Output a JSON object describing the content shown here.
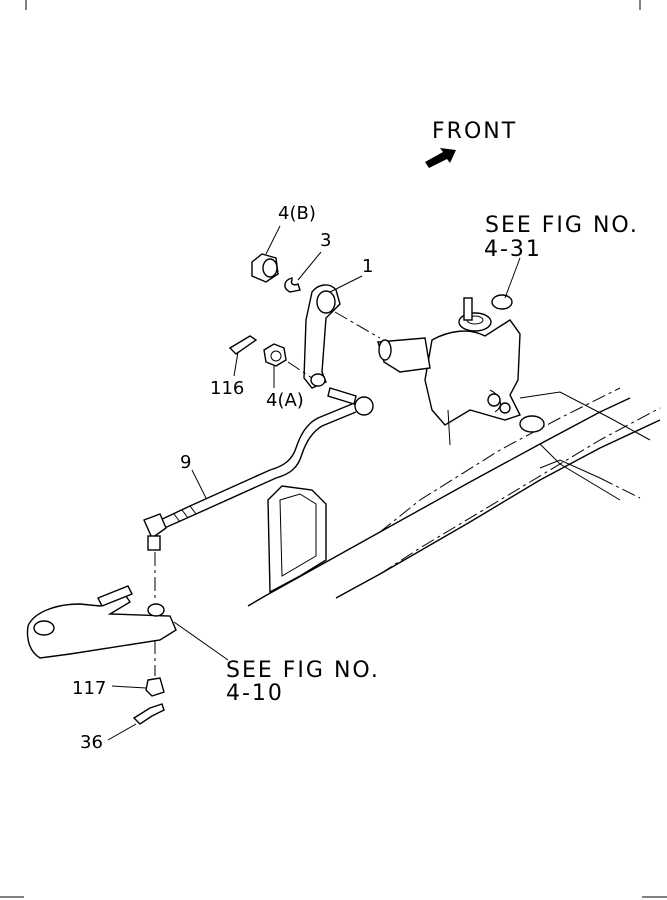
{
  "front": {
    "label": "FRONT",
    "icon": "arrow-icon"
  },
  "references": [
    {
      "text_line1": "SEE FIG NO.",
      "text_line2": "4-31"
    },
    {
      "text_line1": "SEE FIG NO.",
      "text_line2": "4-10"
    }
  ],
  "callouts": [
    {
      "label": "4(B)"
    },
    {
      "label": "3"
    },
    {
      "label": "1"
    },
    {
      "label": "116"
    },
    {
      "label": "4(A)"
    },
    {
      "label": "9"
    },
    {
      "label": "117"
    },
    {
      "label": "36"
    }
  ]
}
